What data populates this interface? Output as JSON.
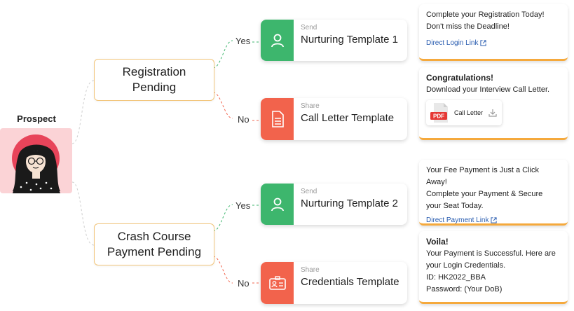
{
  "prospect": {
    "label": "Prospect",
    "avatar_icon": "woman-with-glasses-avatar"
  },
  "conditions": [
    {
      "line1": "Registration",
      "line2": "Pending"
    },
    {
      "line1": "Crash Course",
      "line2": "Payment Pending"
    }
  ],
  "branch_labels": {
    "yes": "Yes",
    "no": "No"
  },
  "templates": [
    {
      "action": "Send",
      "name": "Nurturing Template 1",
      "icon": "user-icon",
      "color": "#3db66d"
    },
    {
      "action": "Share",
      "name": "Call Letter Template",
      "icon": "document-icon",
      "color": "#f2634c"
    },
    {
      "action": "Send",
      "name": "Nurturing Template 2",
      "icon": "user-icon",
      "color": "#3db66d"
    },
    {
      "action": "Share",
      "name": "Credentials Template",
      "icon": "id-card-icon",
      "color": "#f2634c"
    }
  ],
  "messages": {
    "m1": {
      "line1": "Complete your Registration Today!",
      "line2": "Don't miss the Deadline!",
      "link": "Direct Login Link"
    },
    "m2": {
      "title": "Congratulations!",
      "line1": "Download your Interview Call Letter.",
      "file_badge": "PDF",
      "file_name": "Call Letter"
    },
    "m3": {
      "line1": "Your Fee Payment is Just a Click Away!",
      "line2": "Complete your Payment & Secure",
      "line3": "your Seat Today.",
      "link": "Direct Payment Link"
    },
    "m4": {
      "title": "Voila!",
      "line1": "Your Payment is Successful. Here are",
      "line2": "your Login Credentials.",
      "line3": "ID: HK2022_BBA",
      "line4": "Password: (Your DoB)"
    }
  },
  "colors": {
    "condition_border": "#f2c57a",
    "accent_orange": "#f5a93c",
    "green": "#3db66d",
    "red": "#f2634c",
    "link": "#2a5db0",
    "avatar_bg": "#fbd3d6"
  }
}
